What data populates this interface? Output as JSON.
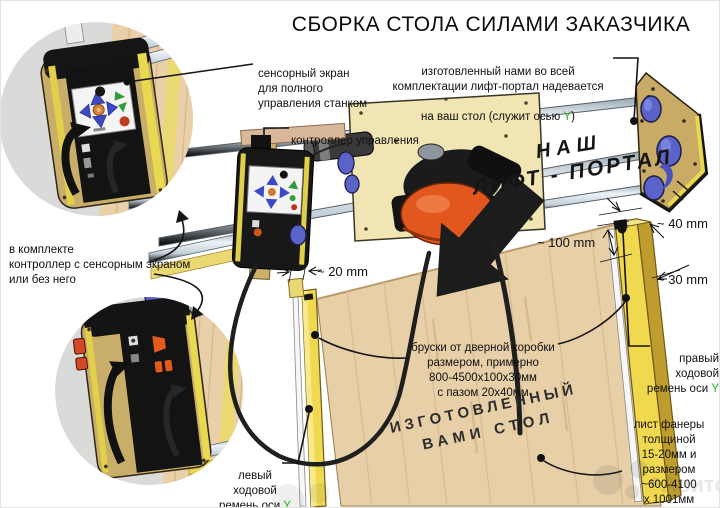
{
  "title": "СБОРКА СТОЛА СИЛАМИ ЗАКАЗЧИКА",
  "colors": {
    "accent_green": "#2eae2e",
    "bar_yellow": "#f0d94f",
    "wood": "#e7cfa7",
    "steel_rail": "#c7d3dc",
    "roller_blue": "#5b63c8",
    "router_orange": "#e2571d",
    "device_tan": "#c9ae6a"
  },
  "labels": {
    "touchscreen": "сенсорный экран\nдля полного\nуправления станком",
    "controller": "контроллер управления",
    "portal_note_lines": "изготовленный нами во всей\nкомплектации лифт-портал надевается",
    "portal_note_pre": "на ваш стол (служит осью ",
    "portal_note_axis": "Y",
    "portal_note_post": ")",
    "kit_note": "в комплекте\nконтроллер с сенсорным экраном\nили без него",
    "bars_note": "бруски от дверной коробки\nразмером, примерно\n800-4500х100х30мм\nс пазом 20х40мм",
    "plywood_note": "лист фанеры\nтолщиной\n15-20мм и\nразмером\n~600-4100\nх 1001мм",
    "right_belt_pre": "правый\nходовой\nремень оси ",
    "right_belt_axis": "Y",
    "left_belt_pre": "левый\nходовой\nремень оси ",
    "left_belt_axis": "Y"
  },
  "dimensions": {
    "d20": "~ 20 mm",
    "d30": "~ 30 mm",
    "d40": "~ 40 mm",
    "d100": "~ 100 mm"
  },
  "artwork": {
    "portal_line1": "НАШ",
    "portal_line2": "ЛИФТ - ПОРТАЛ",
    "table_line1": "ИЗГОТОВЛЕННЫЙ",
    "table_line2": "ВАМИ СТОЛ"
  },
  "watermark": "Авито"
}
